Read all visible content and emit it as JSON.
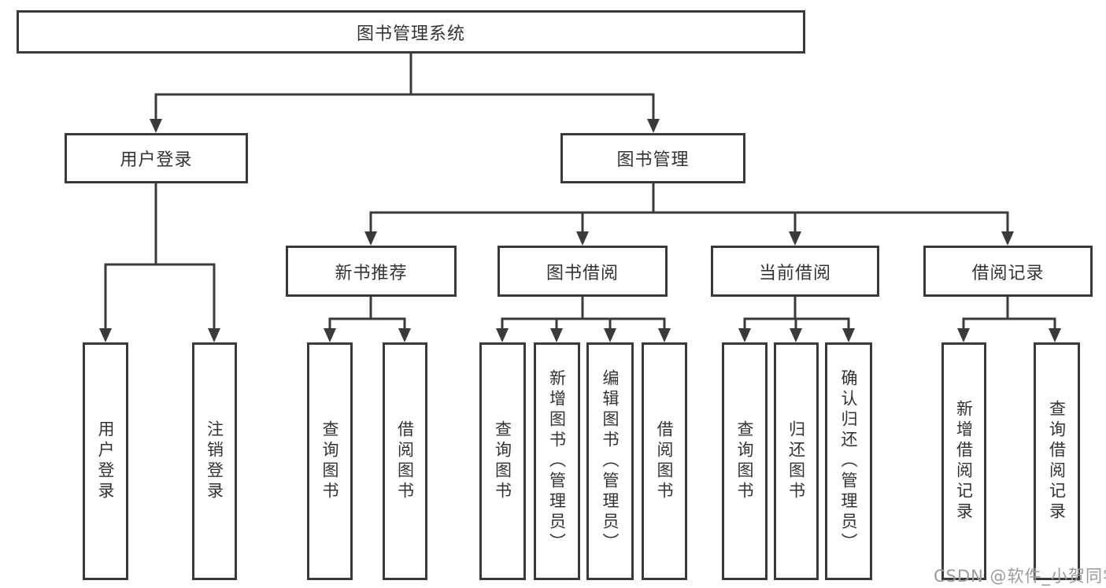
{
  "diagram": {
    "root": {
      "label": "图书管理系统"
    },
    "level2": [
      {
        "label": "用户登录"
      },
      {
        "label": "图书管理"
      }
    ],
    "level3": [
      {
        "label": "新书推荐"
      },
      {
        "label": "图书借阅"
      },
      {
        "label": "当前借阅"
      },
      {
        "label": "借阅记录"
      }
    ],
    "leaves": [
      {
        "label": "用户登录",
        "parent": "用户登录"
      },
      {
        "label": "注销登录",
        "parent": "用户登录"
      },
      {
        "label": "查询图书",
        "parent": "新书推荐"
      },
      {
        "label": "借阅图书",
        "parent": "新书推荐"
      },
      {
        "label": "查询图书",
        "parent": "图书借阅"
      },
      {
        "label": "新增图书（管理员）",
        "parent": "图书借阅"
      },
      {
        "label": "编辑图书（管理员）",
        "parent": "图书借阅"
      },
      {
        "label": "借阅图书",
        "parent": "图书借阅"
      },
      {
        "label": "查询图书",
        "parent": "当前借阅"
      },
      {
        "label": "归还图书",
        "parent": "当前借阅"
      },
      {
        "label": "确认归还（管理员）",
        "parent": "当前借阅"
      },
      {
        "label": "新增借阅记录",
        "parent": "借阅记录"
      },
      {
        "label": "查询借阅记录",
        "parent": "借阅记录"
      }
    ],
    "colors": {
      "line": "#3a3a3a",
      "text": "#333333",
      "watermark": "#9b9b9b",
      "background": "#ffffff"
    }
  },
  "watermark": {
    "text": "CSDN @软件_小贺同学"
  }
}
